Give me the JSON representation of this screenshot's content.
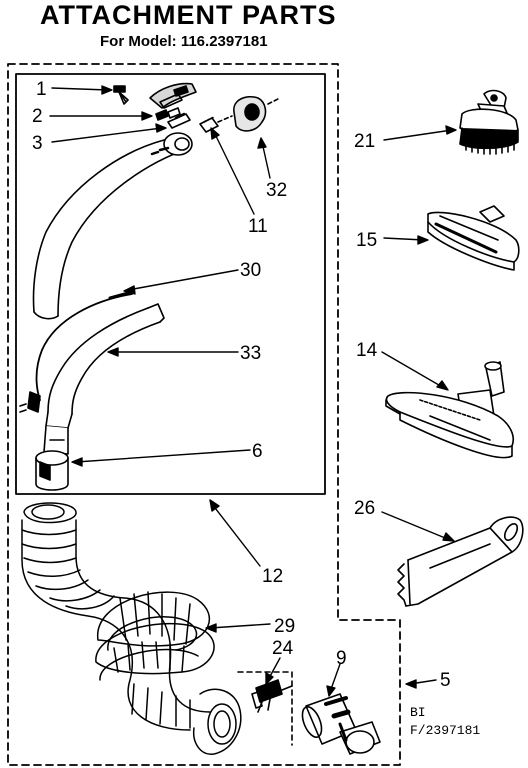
{
  "header": {
    "title": "ATTACHMENT PARTS",
    "subtitle": "For Model: 116.2397181"
  },
  "callouts": {
    "p1": "1",
    "p2": "2",
    "p3": "3",
    "p32": "32",
    "p11": "11",
    "p30": "30",
    "p33": "33",
    "p6": "6",
    "p12": "12",
    "p21": "21",
    "p15": "15",
    "p14": "14",
    "p26": "26",
    "p29": "29",
    "p24": "24",
    "p9": "9",
    "p5": "5"
  },
  "stamp": {
    "line1": "BI",
    "line2": "F/2397181"
  }
}
